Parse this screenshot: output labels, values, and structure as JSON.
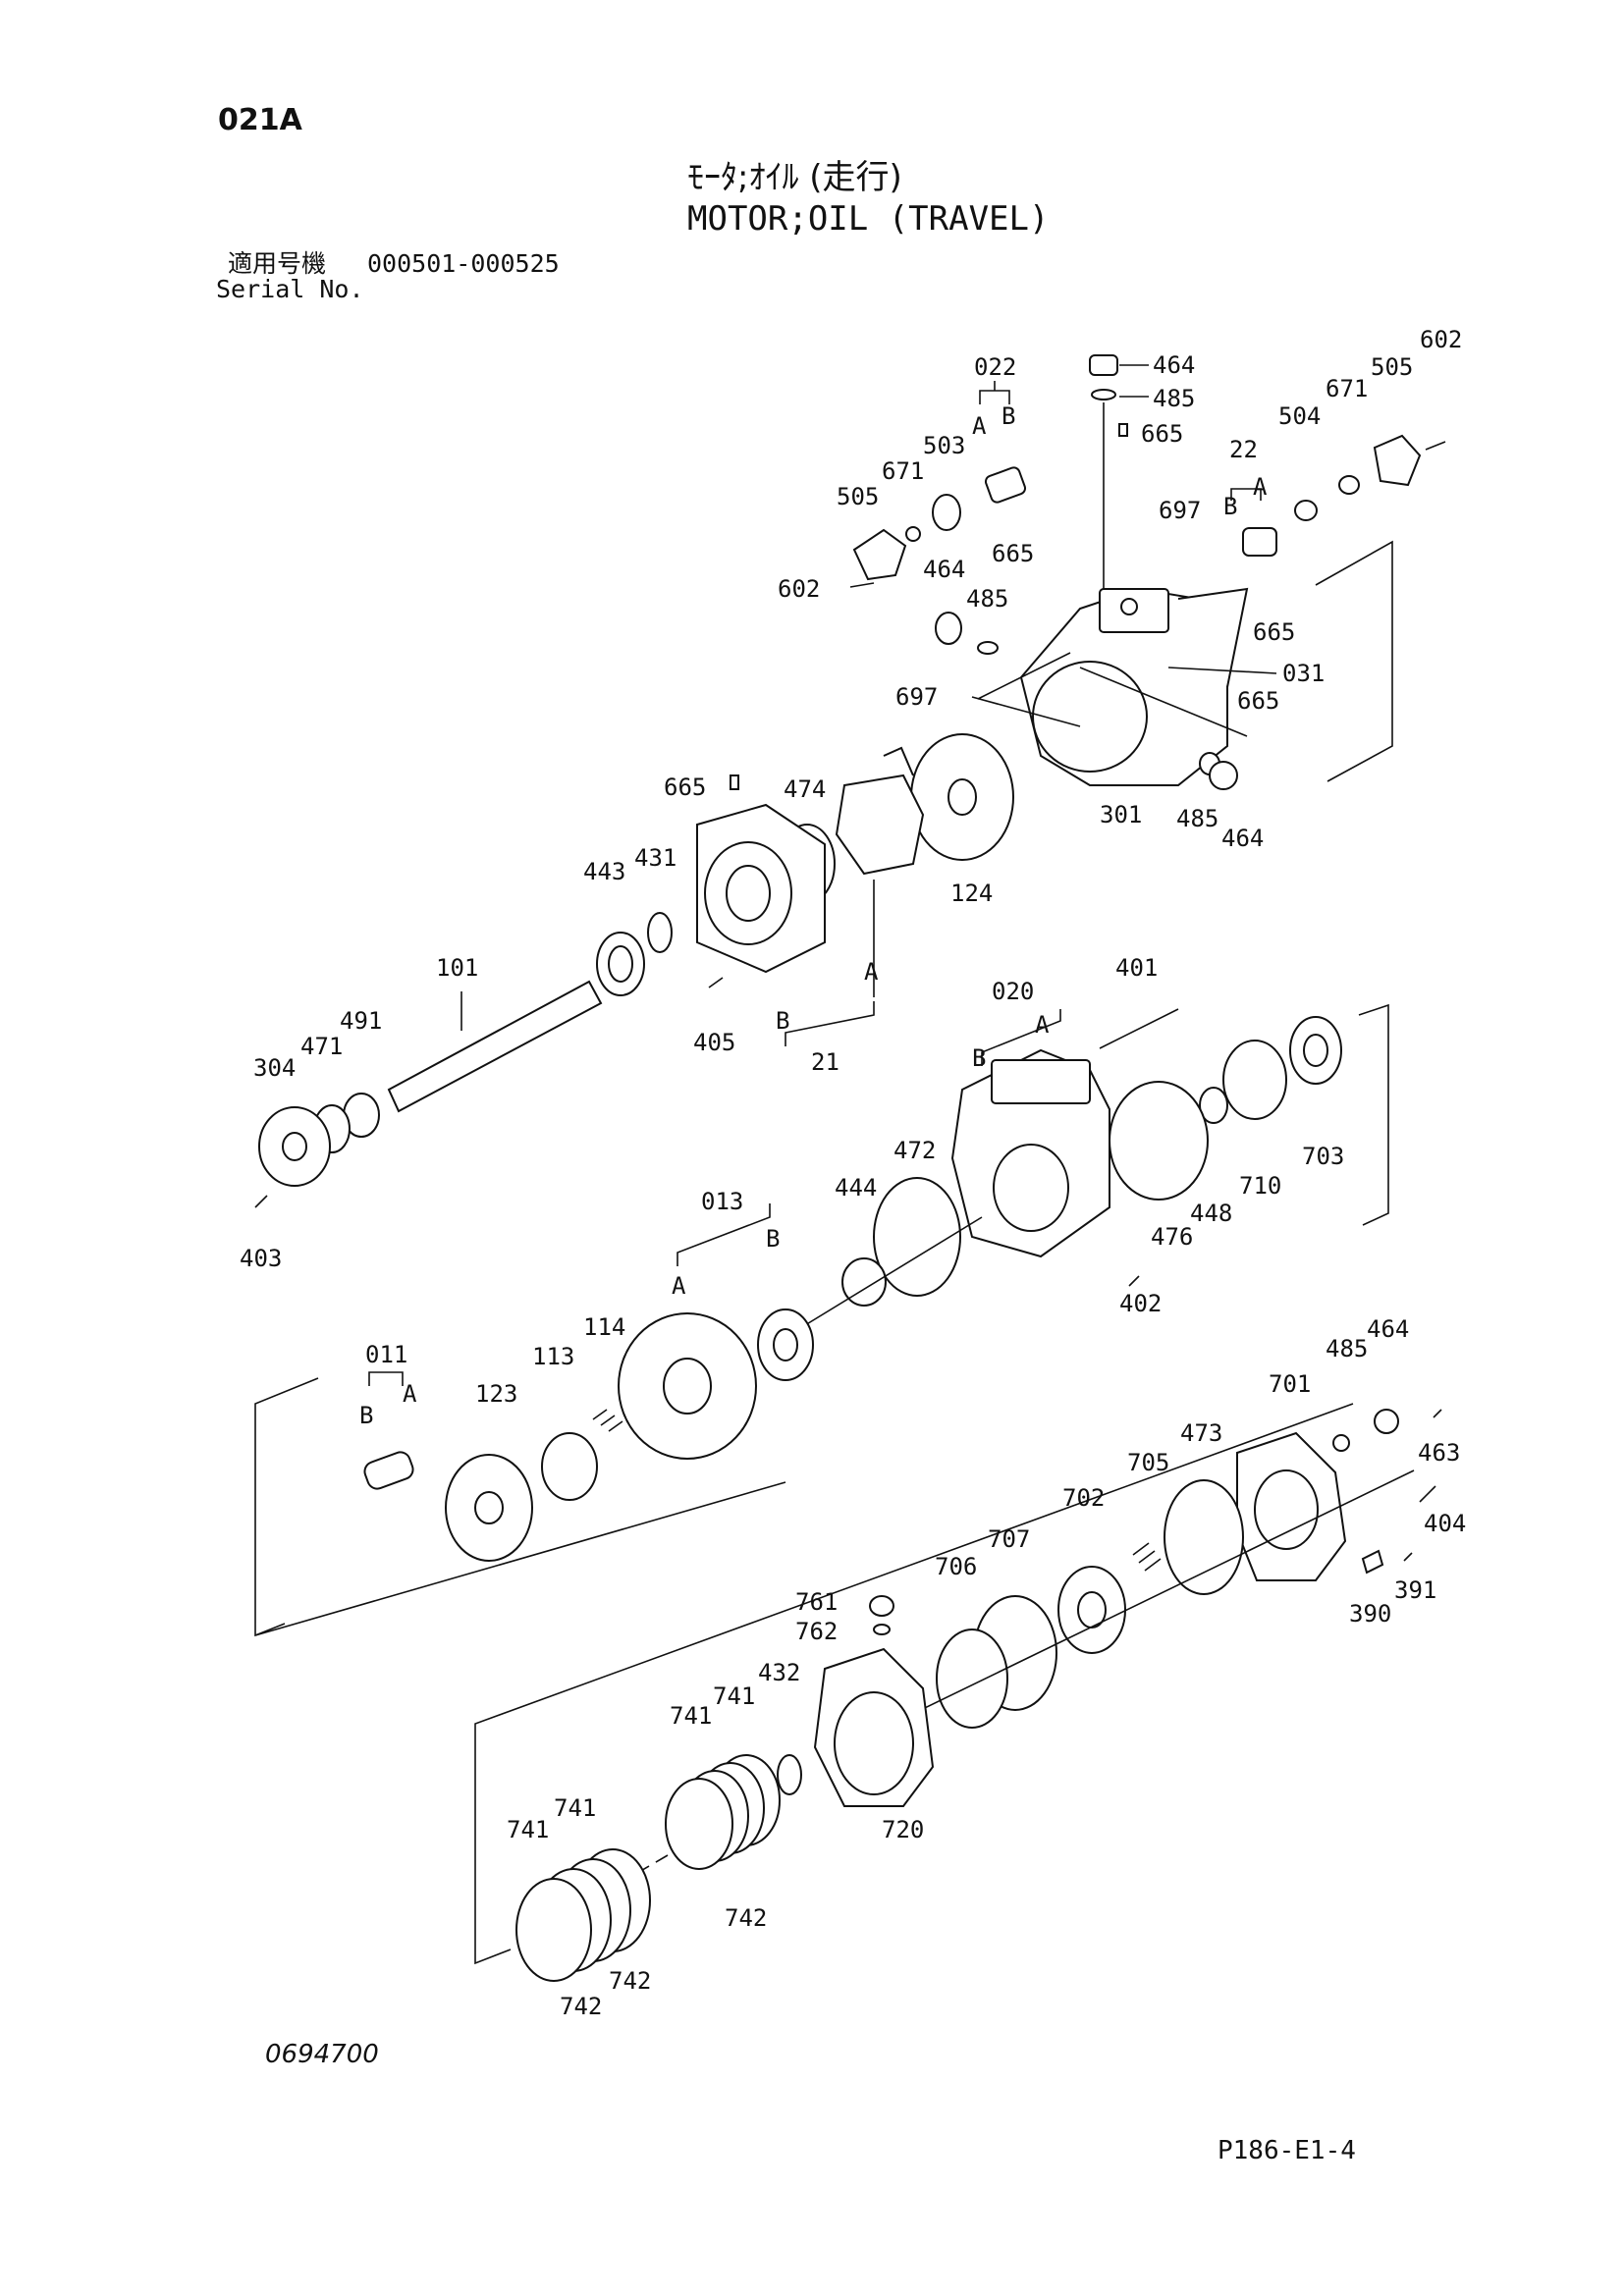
{
  "header": {
    "page_code": "021A",
    "title_jp": "ﾓｰﾀ;ｵｲﾙ (走行)",
    "title_en": "MOTOR;OIL (TRAVEL)",
    "serial_label_jp": "適用号機",
    "serial_range": "000501-000525",
    "serial_label_en": "Serial No."
  },
  "diagram": {
    "labels": {
      "p022": "022",
      "p464a": "464",
      "p485a": "485",
      "p665a": "665",
      "p602a": "602",
      "p505a": "505",
      "p671a": "671",
      "p504": "504",
      "p22": "22",
      "p503": "503",
      "p671b": "671",
      "p505b": "505",
      "p697a": "697",
      "p665b": "665",
      "p464b": "464",
      "p485b": "485",
      "p602b": "602",
      "p665c": "665",
      "p031": "031",
      "p697b": "697",
      "p665d": "665",
      "p485c": "485",
      "p464c": "464",
      "p301": "301",
      "p665e": "665",
      "p474": "474",
      "p124": "124",
      "p443": "443",
      "p431": "431",
      "p101": "101",
      "p405": "405",
      "p21": "21",
      "p491": "491",
      "p471": "471",
      "p304": "304",
      "p403": "403",
      "p020": "020",
      "p401": "401",
      "p703": "703",
      "p710": "710",
      "p448": "448",
      "p476": "476",
      "p472": "472",
      "p444": "444",
      "p013": "013",
      "p402": "402",
      "p011": "011",
      "p114": "114",
      "p113": "113",
      "p123": "123",
      "p464d": "464",
      "p485d": "485",
      "p701": "701",
      "p463": "463",
      "p473": "473",
      "p705": "705",
      "p702": "702",
      "p404": "404",
      "p391": "391",
      "p390": "390",
      "p707": "707",
      "p706": "706",
      "p761": "761",
      "p762": "762",
      "p432": "432",
      "p741a": "741",
      "p741b": "741",
      "p720": "720",
      "p742a": "742",
      "p741c": "741",
      "p741d": "741",
      "p742b": "742",
      "p742c": "742",
      "A1": "A",
      "B1": "B",
      "A2": "A",
      "B2": "B",
      "A3": "A",
      "B3": "B",
      "A4": "A",
      "B4": "B",
      "A5": "A",
      "B5": "B",
      "A6": "A",
      "B6": "B"
    }
  },
  "footer": {
    "drawing_no": "0694700",
    "page_ref": "P186-E1-4"
  }
}
